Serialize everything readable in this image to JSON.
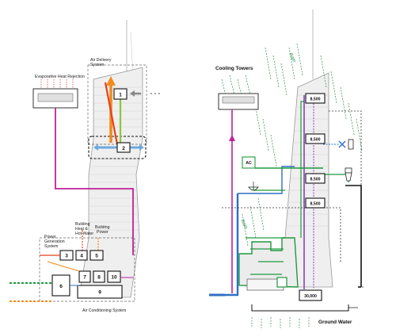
{
  "left": {
    "evaporative_label": "Evaporative Heat Rejection",
    "air_delivery_label_1": "Air Delivery",
    "air_delivery_label_2": "System",
    "power_gen_1": "Power",
    "power_gen_2": "Generation",
    "power_gen_3": "System",
    "heat_hot_1": "Building",
    "heat_hot_2": "Heat &",
    "heat_hot_3": "Hot Water",
    "bldg_power_1": "Building",
    "bldg_power_2": "Power",
    "ac_system": "Air Conditioning System",
    "boxes": [
      "1",
      "2",
      "3",
      "4",
      "5",
      "6",
      "7",
      "8",
      "9",
      "10"
    ]
  },
  "right": {
    "cooling_towers": "Cooling Towers",
    "ac_box": "AC",
    "rain_label": "Rain",
    "tank_labels": [
      "8,500",
      "8,500",
      "8,500",
      "8,500"
    ],
    "base_tank": "30,000",
    "ground_water": "Ground Water"
  },
  "colors": {
    "orange": "#f08a1e",
    "red": "#e8401c",
    "green_light": "#8cc63f",
    "green": "#1f9a3e",
    "blue": "#2f6fc4",
    "light_blue": "#6fa8dc",
    "magenta": "#c0209a",
    "purple": "#8a3fb8"
  }
}
